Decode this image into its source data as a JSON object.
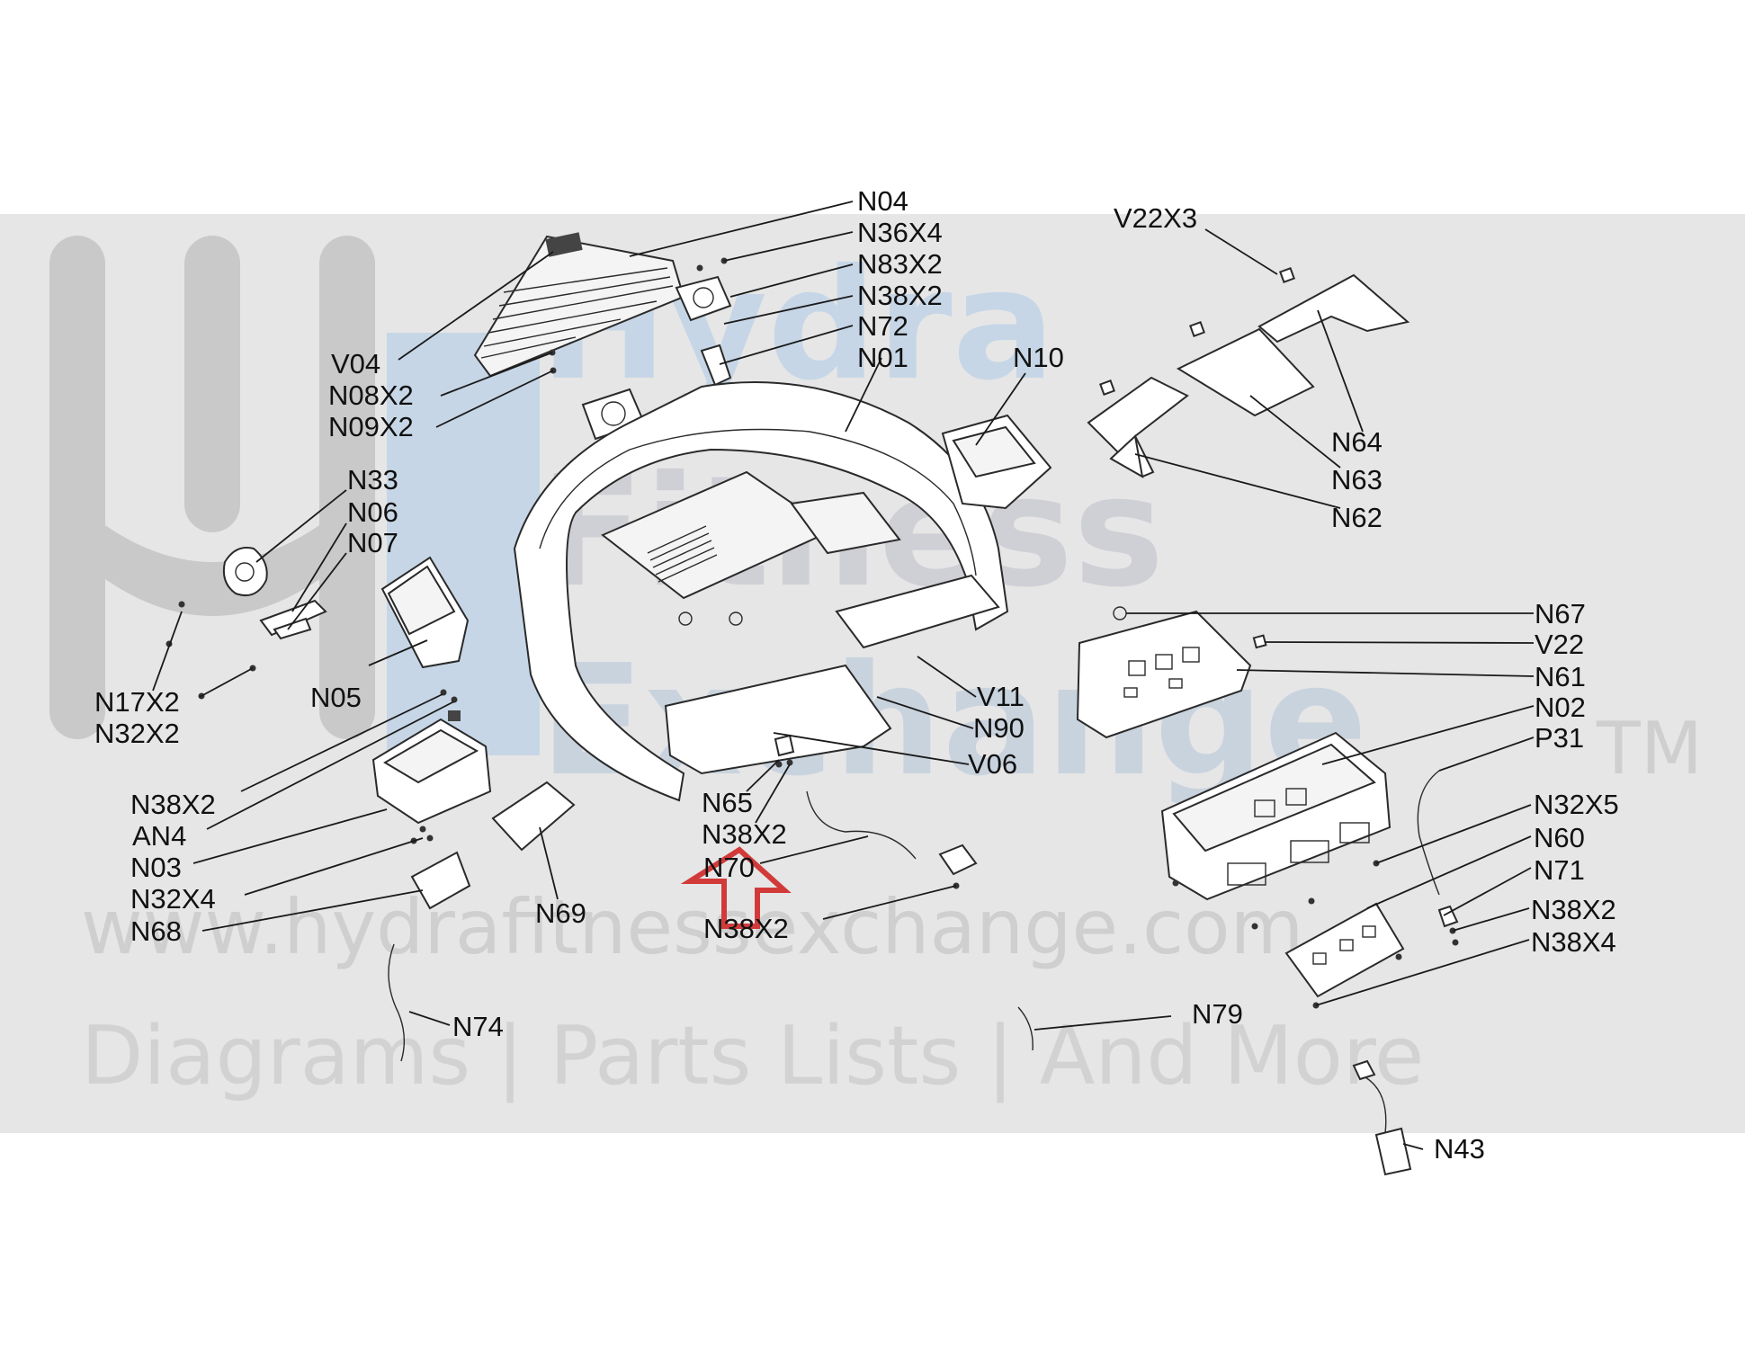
{
  "watermark": {
    "brand_line1": "Hydra",
    "brand_line2": "Fitness",
    "brand_line3": "Exchange",
    "trademark": "TM",
    "url": "www.hydrafitnessexchange.com",
    "tagline": "Diagrams | Parts Lists | And More"
  },
  "colors": {
    "band": "#e6e6e6",
    "watermark_gray": "#c9c9c9",
    "watermark_blue": "#c6d6e6",
    "arrow": "#d23a3a",
    "ink": "#111111"
  },
  "labels": {
    "N04": "N04",
    "N36X4": "N36X4",
    "N83X2": "N83X2",
    "N38X2_top": "N38X2",
    "N72": "N72",
    "N01": "N01",
    "V22X3": "V22X3",
    "N10": "N10",
    "V04": "V04",
    "N08X2": "N08X2",
    "N09X2": "N09X2",
    "N33": "N33",
    "N06": "N06",
    "N07": "N07",
    "N64": "N64",
    "N63": "N63",
    "N62": "N62",
    "N67": "N67",
    "V22": "V22",
    "N61": "N61",
    "N02": "N02",
    "P31": "P31",
    "N17X2": "N17X2",
    "N32X2": "N32X2",
    "N05": "N05",
    "V11": "V11",
    "N90": "N90",
    "V06": "V06",
    "N38X2_left": "N38X2",
    "AN4": "AN4",
    "N03": "N03",
    "N32X4": "N32X4",
    "N68": "N68",
    "N65": "N65",
    "N38X2_mid": "N38X2",
    "N70": "N70",
    "N38X2_low": "N38X2",
    "N69": "N69",
    "N32X5": "N32X5",
    "N60": "N60",
    "N71": "N71",
    "N38X2_right": "N38X2",
    "N38X4": "N38X4",
    "N74": "N74",
    "N79": "N79",
    "N43": "N43"
  }
}
